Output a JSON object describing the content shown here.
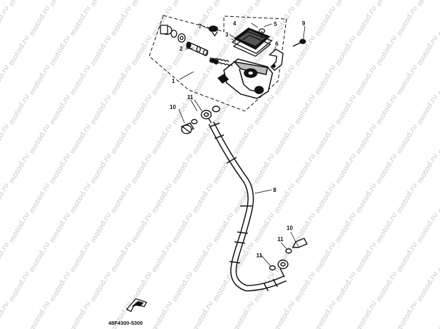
{
  "watermark": "motod.ru",
  "callouts": [
    "1",
    "2",
    "3",
    "4",
    "5",
    "6",
    "7",
    "8",
    "9",
    "10",
    "10",
    "11",
    "11",
    "11"
  ],
  "diagram_code": "48F4300-5300",
  "colors": {
    "ink": "#111111",
    "watermark": "#d9d9d9",
    "background": "#ffffff"
  }
}
